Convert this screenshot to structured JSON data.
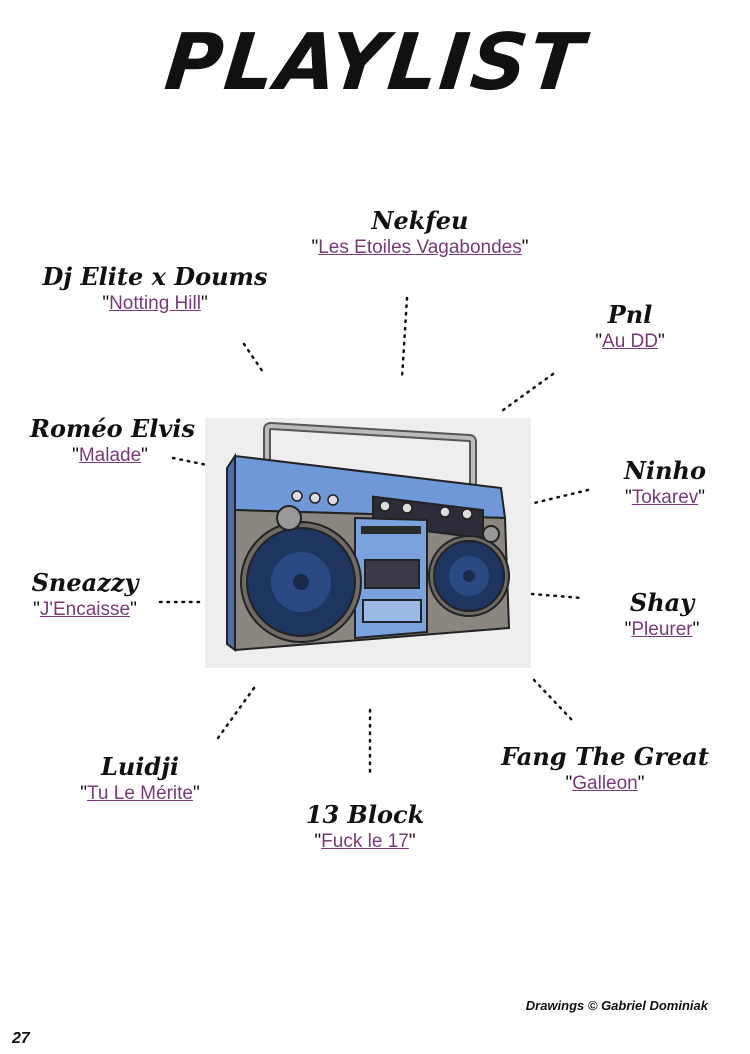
{
  "title": "PLAYLIST",
  "entries": [
    {
      "artist": "Nekfeu",
      "song": "Les Etoiles Vagabondes"
    },
    {
      "artist": "Dj Elite x Doums",
      "song": "Notting Hill"
    },
    {
      "artist": "Pnl",
      "song": "Au DD"
    },
    {
      "artist": "Roméo Elvis",
      "song": "Malade"
    },
    {
      "artist": "Ninho",
      "song": "Tokarev"
    },
    {
      "artist": "Sneazzy",
      "song": "J'Encaisse"
    },
    {
      "artist": "Shay",
      "song": "Pleurer"
    },
    {
      "artist": "Luidji",
      "song": "Tu Le Mérite"
    },
    {
      "artist": "13 Block",
      "song": "Fuck le 17"
    },
    {
      "artist": "Fang The Great",
      "song": "Galleon"
    }
  ],
  "credit": "Drawings © Gabriel Dominiak",
  "page_number": "27",
  "colors": {
    "link": "#7a3a78",
    "boombox_blue": "#6e98d8",
    "boombox_gray": "#8c8680"
  }
}
